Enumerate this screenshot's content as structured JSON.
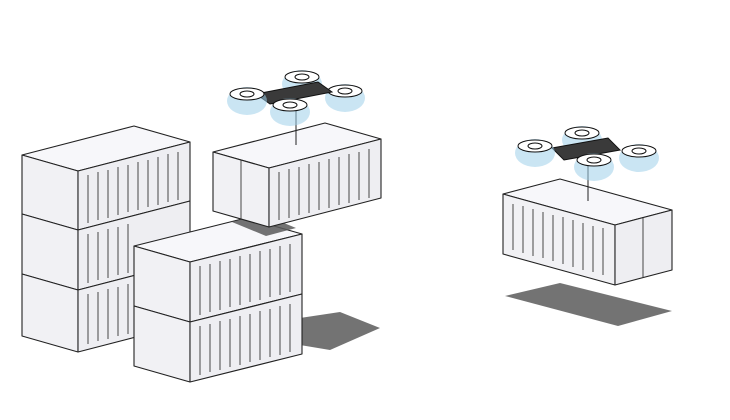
{
  "scene": {
    "description_free": true,
    "colors": {
      "background": "#ffffff",
      "container_face": "#f1f1f4",
      "outline": "#222222",
      "shadow": "#5a5a5a",
      "drone_body": "#3a3a3a",
      "propeller_blur": "#9fd0ea"
    },
    "objects": [
      "stacked-containers",
      "lifted-container-left",
      "drone-left",
      "floating-container-right",
      "drone-right"
    ]
  }
}
